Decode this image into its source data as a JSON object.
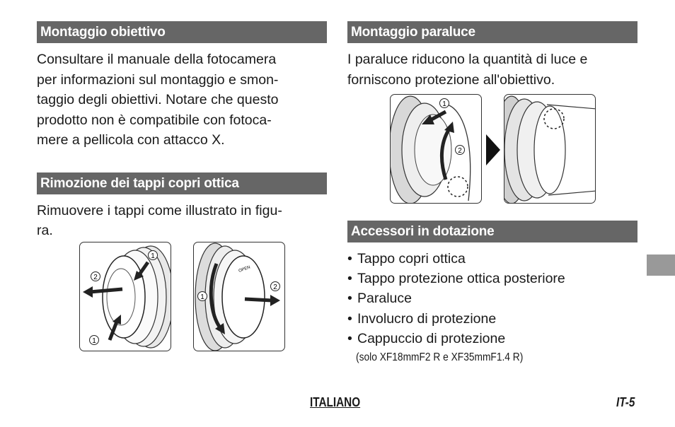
{
  "left": {
    "mount_lens": {
      "heading": "Montaggio obiettivo",
      "lines": [
        "Consultare il manuale della fotocamera",
        "per informazioni sul montaggio e smon-",
        "taggio degli obiettivi. Notare che questo",
        "prodotto non è compatibile con fotoca-",
        "mere a pellicola con attacco X."
      ]
    },
    "remove_caps": {
      "heading": "Rimozione dei tappi copri ottica",
      "lines": [
        "Rimuovere i tappi come illustrato in figu-",
        "ra."
      ]
    }
  },
  "right": {
    "hood": {
      "heading": "Montaggio paraluce",
      "lines": [
        "I paraluce riducono la quantità di luce e",
        "forniscono protezione all'obiettivo."
      ]
    },
    "accessories": {
      "heading": "Accessori in dotazione",
      "items": [
        "Tappo copri ottica",
        "Tappo protezione ottica posteriore",
        "Paraluce",
        "Involucro di protezione",
        "Cappuccio di protezione"
      ],
      "note": "(solo XF18mmF2 R e XF35mmF1.4 R)"
    }
  },
  "illustrations": {
    "step_1": "1",
    "step_2": "2",
    "rear_cap_text": "OPEN"
  },
  "footer": {
    "language": "ITALIANO",
    "page": "IT-5"
  },
  "colors": {
    "section_bar": "#666666",
    "tab_marker": "#999999"
  }
}
